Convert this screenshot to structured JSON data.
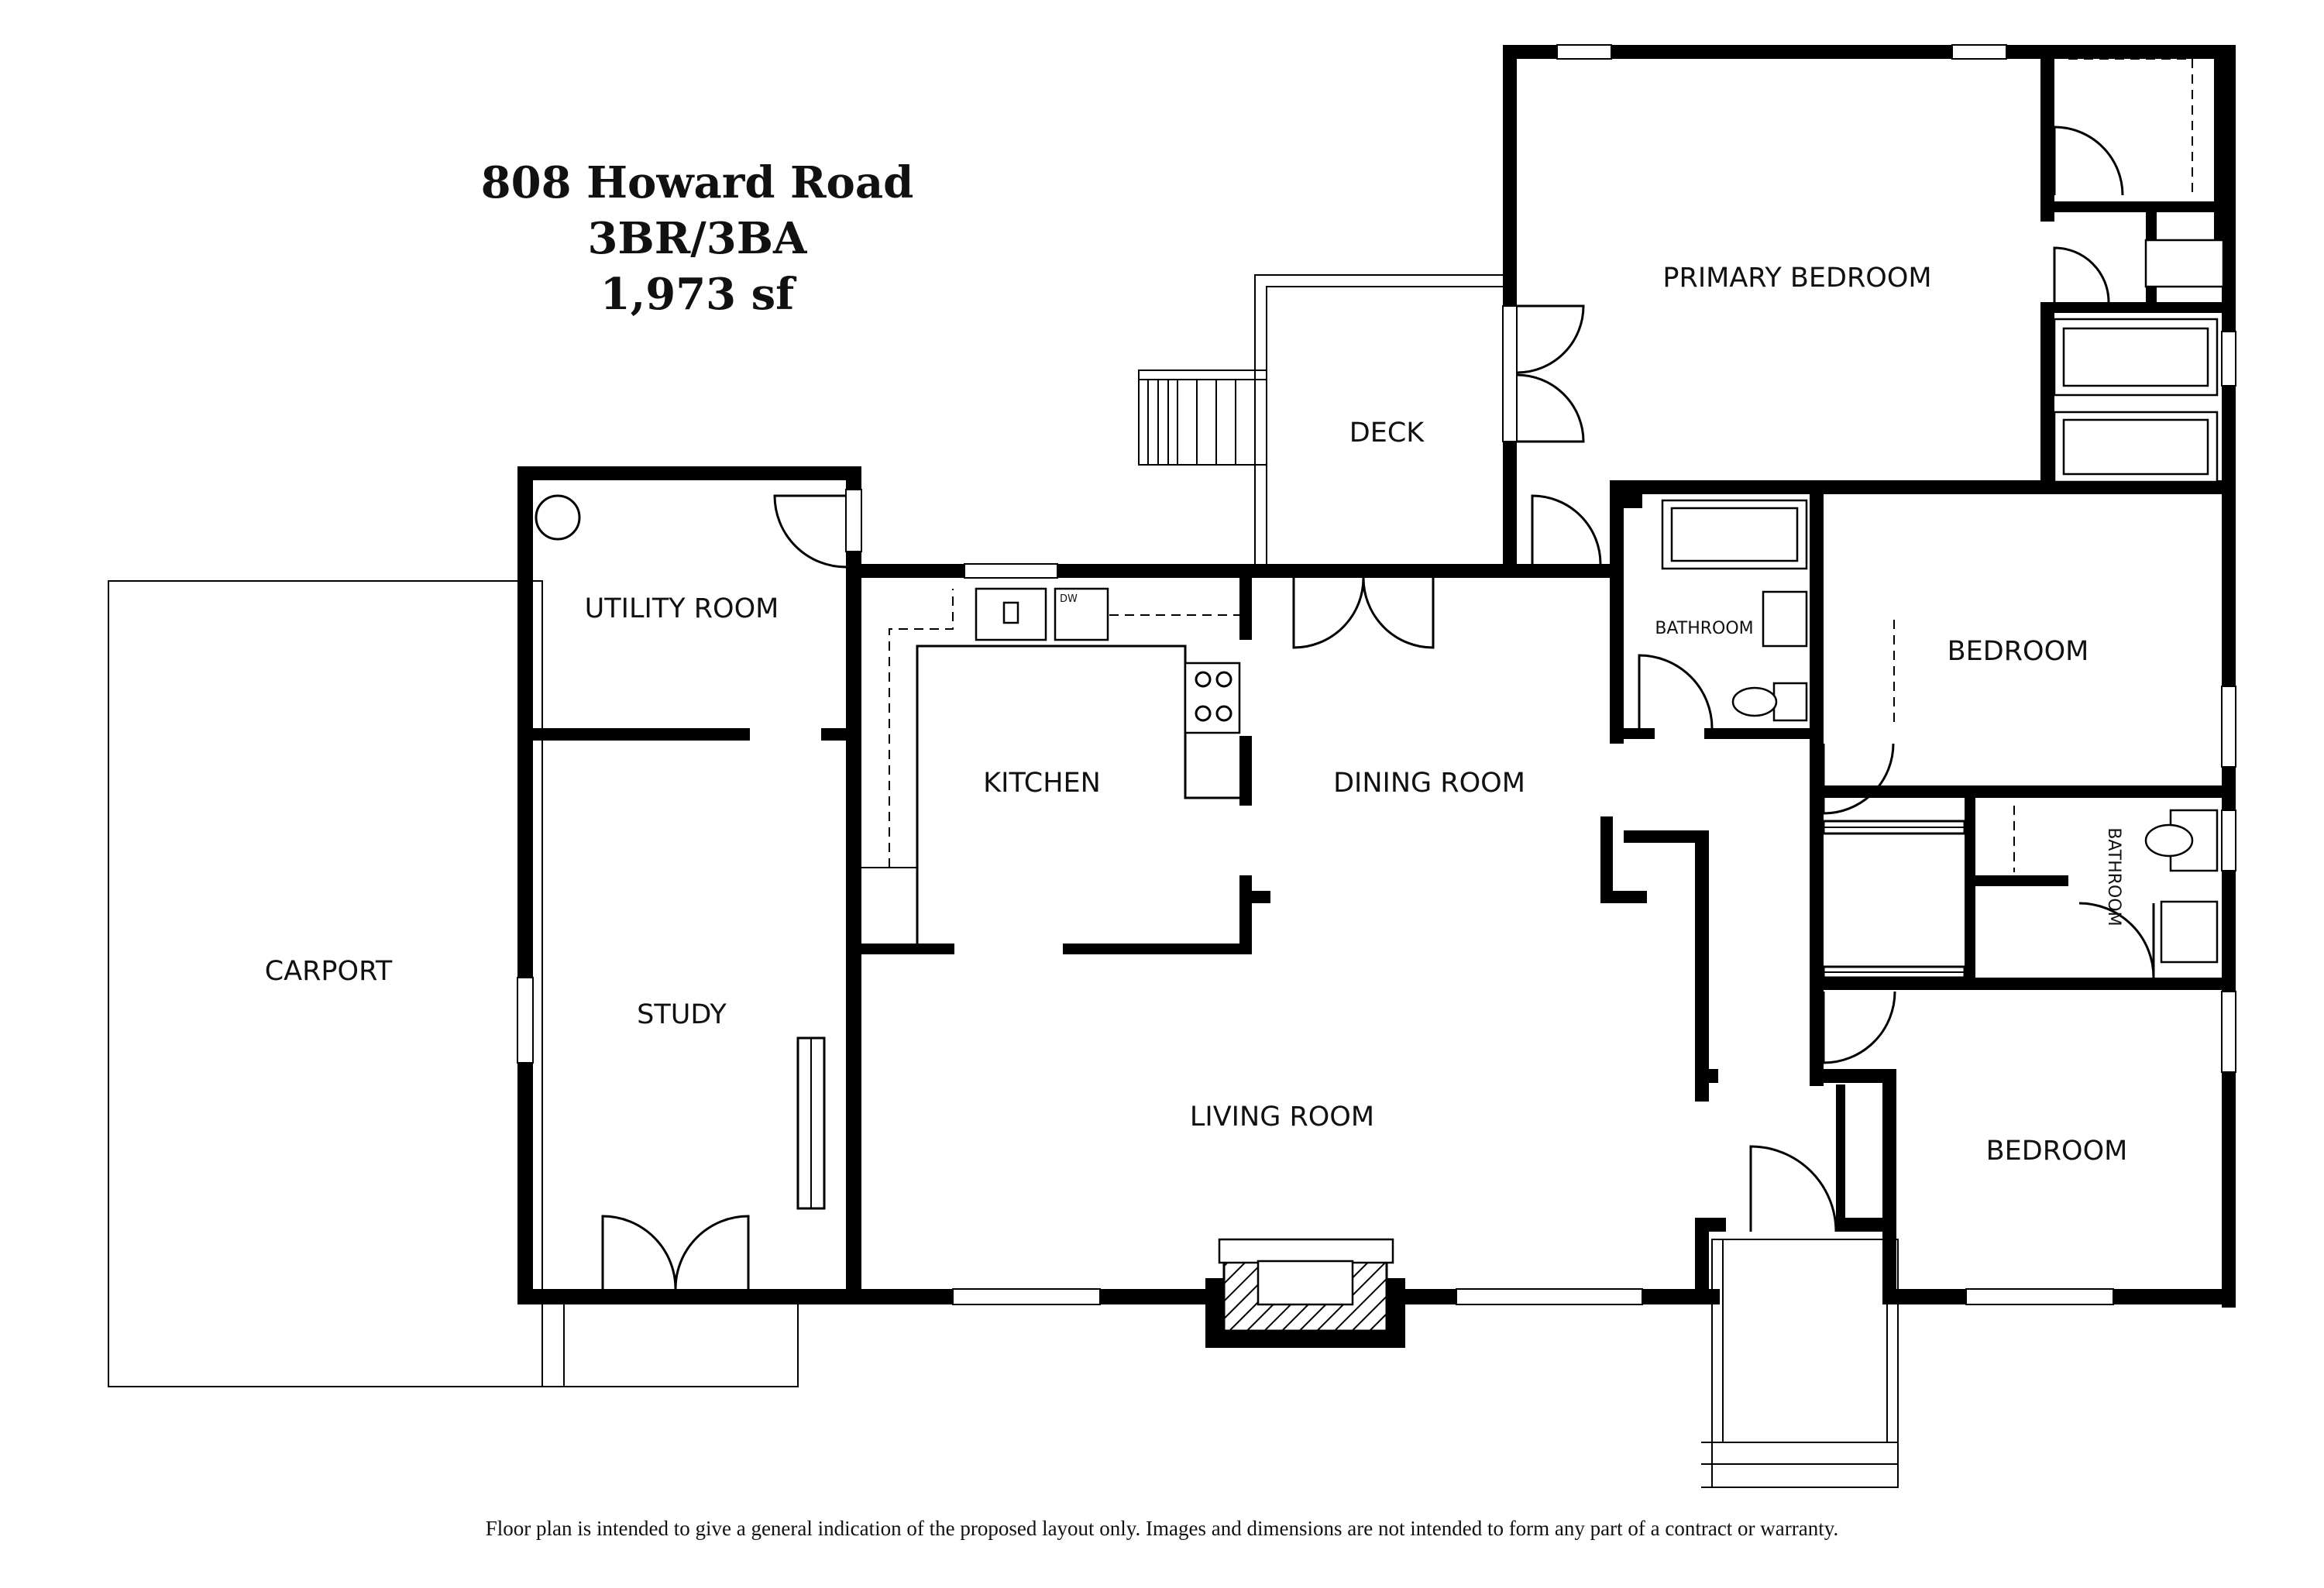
{
  "header": {
    "address": "808 Howard Road",
    "beds_baths": "3BR/3BA",
    "area": "1,973 sf"
  },
  "rooms": {
    "primary_bedroom": "PRIMARY BEDROOM",
    "deck": "DECK",
    "utility_room": "UTILITY ROOM",
    "kitchen": "KITCHEN",
    "dining_room": "DINING ROOM",
    "bathroom_1": "BATHROOM",
    "bedroom_1": "BEDROOM",
    "carport": "CARPORT",
    "study": "STUDY",
    "bathroom_2": "BATHROOM",
    "living_room": "LIVING ROOM",
    "bedroom_2": "BEDROOM"
  },
  "appliances": {
    "dishwasher": "DW"
  },
  "footer": {
    "disclaimer": "Floor plan is intended to give a general indication of the proposed layout only. Images and dimensions are not intended to form any part of a contract or warranty."
  }
}
